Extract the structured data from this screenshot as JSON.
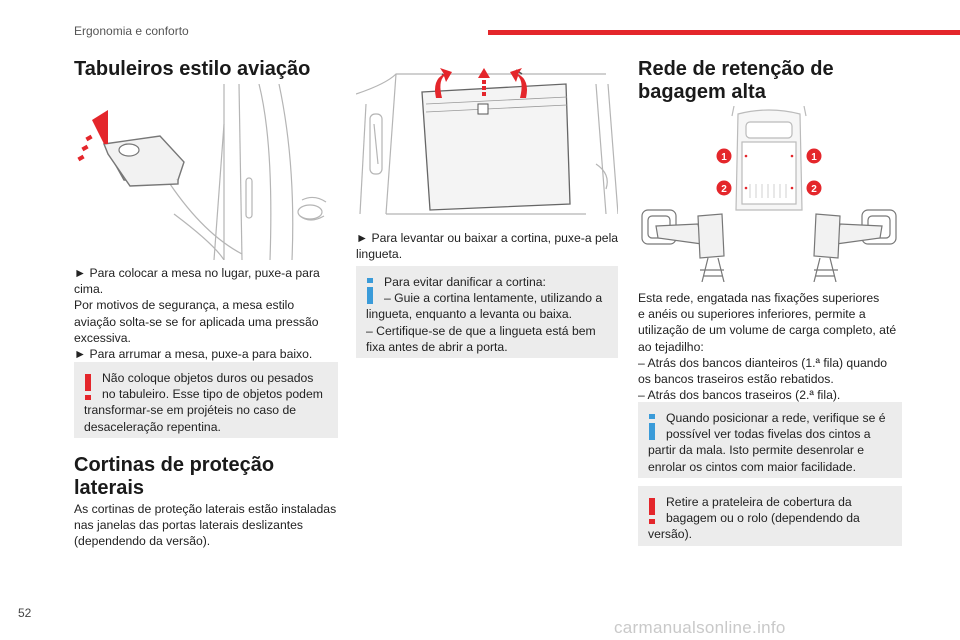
{
  "header": {
    "section": "Ergonomia e conforto"
  },
  "page_number": "52",
  "watermark": "carmanualsonline.info",
  "colors": {
    "accent": "#e4262b",
    "info": "#3a9bd9",
    "box_bg": "#ececec"
  },
  "col1": {
    "title": "Tabuleiros estilo aviação",
    "text_lines": [
      "► Para colocar a mesa no lugar, puxe-a para",
      "cima.",
      "Por motivos de segurança, a mesa estilo",
      "aviação solta-se se for aplicada uma pressão",
      "excessiva.",
      "► Para arrumar a mesa, puxe-a para baixo."
    ],
    "warning_lines": [
      "Não coloque objetos duros ou pesados",
      "no tabuleiro. Esse tipo de objetos podem",
      "transformar-se em projéteis no caso de",
      "desaceleração repentina."
    ],
    "title2_lines": [
      "Cortinas de proteção",
      "laterais"
    ],
    "text2_lines": [
      "As cortinas de proteção laterais estão instaladas",
      "nas janelas das portas laterais deslizantes",
      "(dependendo da versão)."
    ]
  },
  "col2": {
    "text_lines": [
      "► Para levantar ou baixar a cortina, puxe-a pela",
      "lingueta."
    ],
    "info_lines": [
      "Para evitar danificar a cortina:",
      "– Guie a cortina lentamente, utilizando a",
      "lingueta, enquanto a levanta ou baixa.",
      "– Certifique-se de que a lingueta está bem",
      "fixa antes de abrir a porta."
    ]
  },
  "col3": {
    "title_lines": [
      "Rede de retenção de",
      "bagagem alta"
    ],
    "diagram_labels": [
      "1",
      "1",
      "2",
      "2"
    ],
    "text_lines": [
      "Esta rede, engatada nas fixações superiores",
      "e anéis ou superiores inferiores, permite a",
      "utilização de um volume de carga completo, até",
      "ao tejadilho:",
      "– Atrás dos bancos dianteiros (1.ª fila) quando",
      "os bancos traseiros estão rebatidos.",
      "– Atrás dos bancos traseiros (2.ª fila)."
    ],
    "info_lines": [
      "Quando posicionar a rede, verifique se é",
      "possível ver todas fivelas dos cintos a",
      "partir da mala. Isto permite desenrolar e",
      "enrolar os cintos com maior facilidade."
    ],
    "warning_lines": [
      "Retire a prateleira de cobertura da",
      "bagagem ou o rolo (dependendo da",
      "versão)."
    ]
  }
}
